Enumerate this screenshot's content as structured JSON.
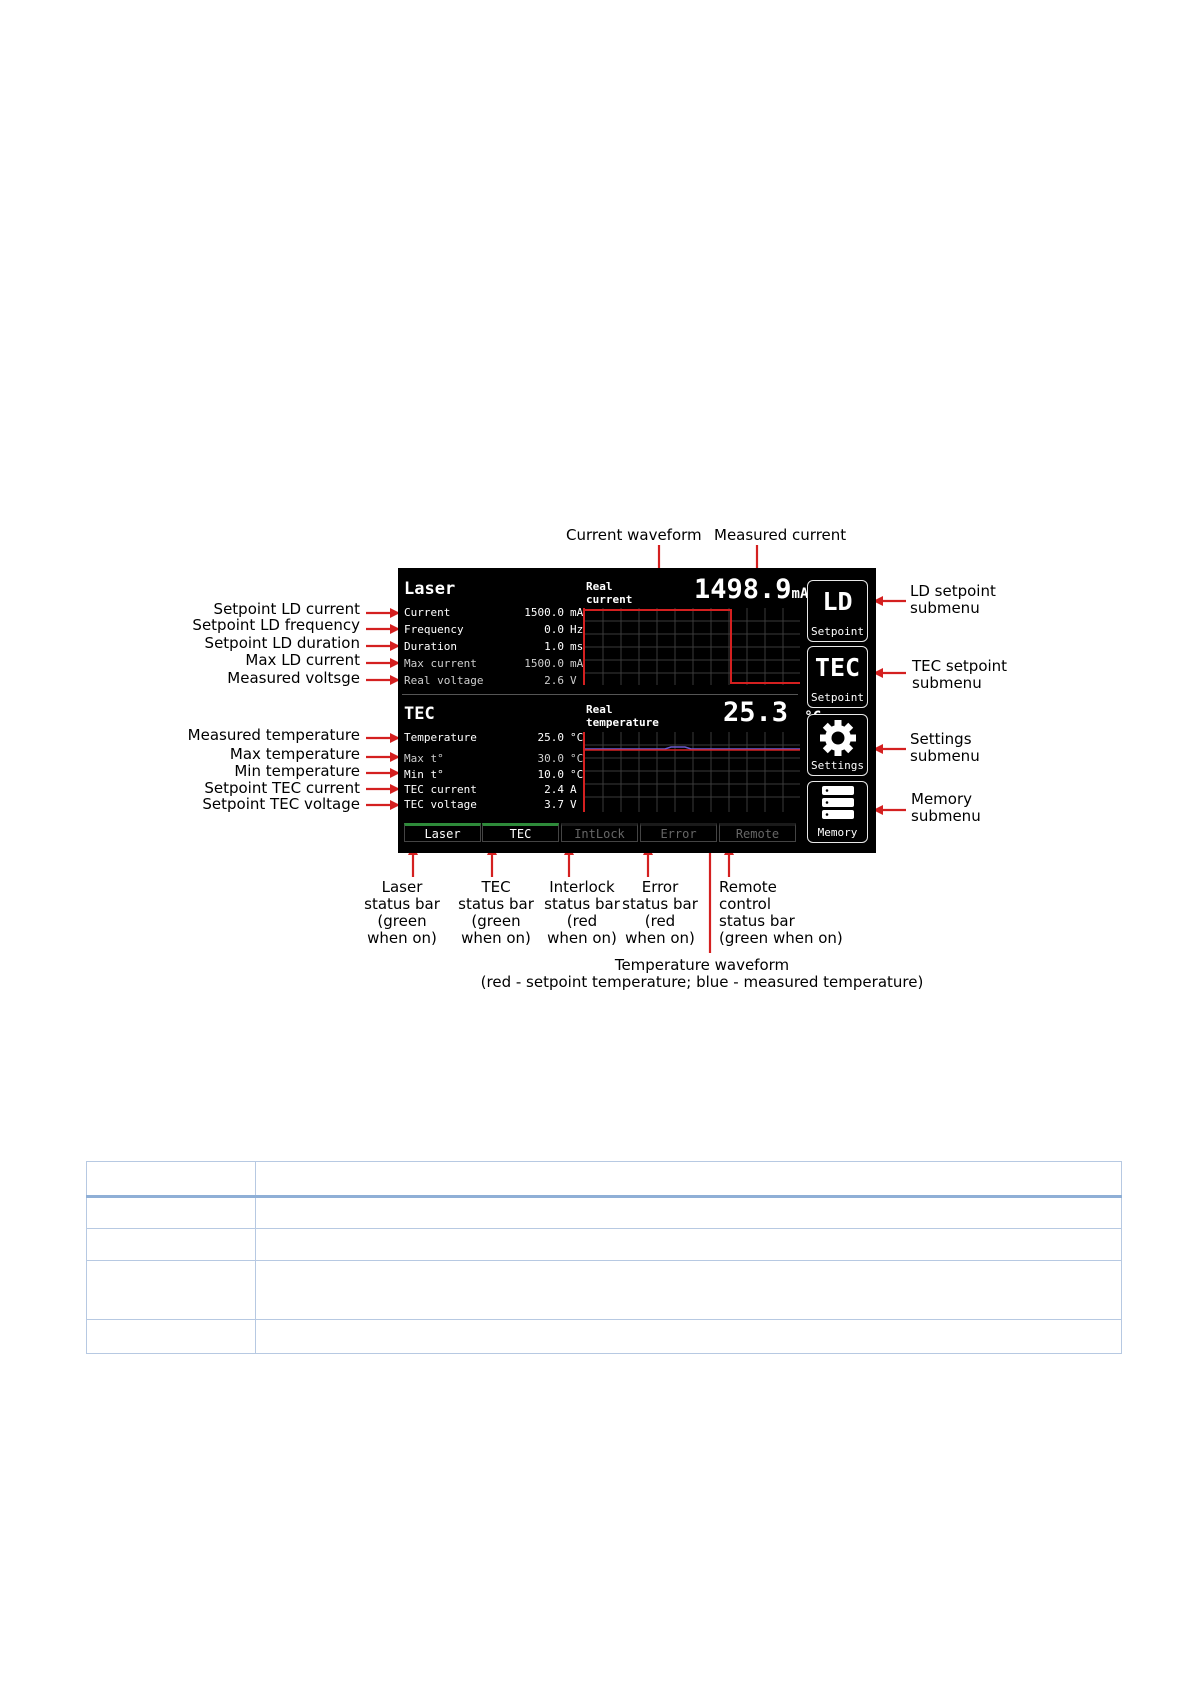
{
  "screen": {
    "laser_section": {
      "title": "Laser",
      "rows": [
        {
          "label": "Current",
          "value": "1500.0",
          "unit": "mA"
        },
        {
          "label": "Frequency",
          "value": "0.0",
          "unit": "Hz"
        },
        {
          "label": "Duration",
          "value": "1.0",
          "unit": "ms"
        },
        {
          "label": "Max  current",
          "value": "1500.0",
          "unit": "mA"
        },
        {
          "label": "Real voltage",
          "value": "2.6",
          "unit": "V"
        }
      ],
      "real_label_line1": "Real",
      "real_label_line2": "current",
      "measured_value": "1498.9",
      "measured_unit": "mA"
    },
    "tec_section": {
      "title": "TEC",
      "rows": [
        {
          "label": "Temperature",
          "value": "25.0",
          "unit": "°C"
        },
        {
          "label": "Max t°",
          "value": "30.0",
          "unit": "°C"
        },
        {
          "label": "Min t°",
          "value": "10.0",
          "unit": "°C"
        },
        {
          "label": "TEC current",
          "value": "2.4",
          "unit": "A"
        },
        {
          "label": "TEC voltage",
          "value": "3.7",
          "unit": "V"
        }
      ],
      "real_label_line1": "Real",
      "real_label_line2": "temperature",
      "measured_value": "25.3",
      "measured_unit": "°C"
    },
    "side_buttons": [
      {
        "main": "LD",
        "sub": "Setpoint",
        "icon": ""
      },
      {
        "main": "TEC",
        "sub": "Setpoint",
        "icon": ""
      },
      {
        "main": "",
        "sub": "Settings",
        "icon": "gear-icon"
      },
      {
        "main": "",
        "sub": "Memory",
        "icon": "memory-icon"
      }
    ],
    "status_bars": [
      {
        "label": "Laser",
        "on": true
      },
      {
        "label": "TEC",
        "on": true
      },
      {
        "label": "IntLock",
        "on": false
      },
      {
        "label": "Error",
        "on": false
      },
      {
        "label": "Remote",
        "on": false
      }
    ]
  },
  "annotations": {
    "top": [
      "Current waveform",
      "Measured current"
    ],
    "left": [
      "Setpoint LD current",
      "Setpoint LD frequency",
      "Setpoint LD duration",
      "Max LD current",
      "Measured voltsge",
      "Measured temperature",
      "Max temperature",
      "Min temperature",
      "Setpoint TEC current",
      "Setpoint TEC voltage"
    ],
    "right": [
      {
        "line1": "LD setpoint",
        "line2": "submenu"
      },
      {
        "line1": "TEC setpoint",
        "line2": "submenu"
      },
      {
        "line1": "Settings",
        "line2": "submenu"
      },
      {
        "line1": "Memory",
        "line2": "submenu"
      }
    ],
    "bottom": [
      [
        "Laser",
        "status bar",
        "(green",
        "when on)"
      ],
      [
        "TEC",
        "status bar",
        "(green",
        "when on)"
      ],
      [
        "Interlock",
        "status bar",
        "(red",
        "when on)"
      ],
      [
        "Error",
        "status bar",
        "(red",
        "when on)"
      ],
      [
        "Remote",
        "control",
        "status bar",
        "(green when on)"
      ]
    ],
    "temperature_waveform_line1": "Temperature waveform",
    "temperature_waveform_line2": "(red - setpoint temperature; blue - measured temperature)"
  },
  "colors": {
    "arrow": "#d42020",
    "status_on": "#2e8b3a",
    "table_border": "#b7c9e2"
  }
}
